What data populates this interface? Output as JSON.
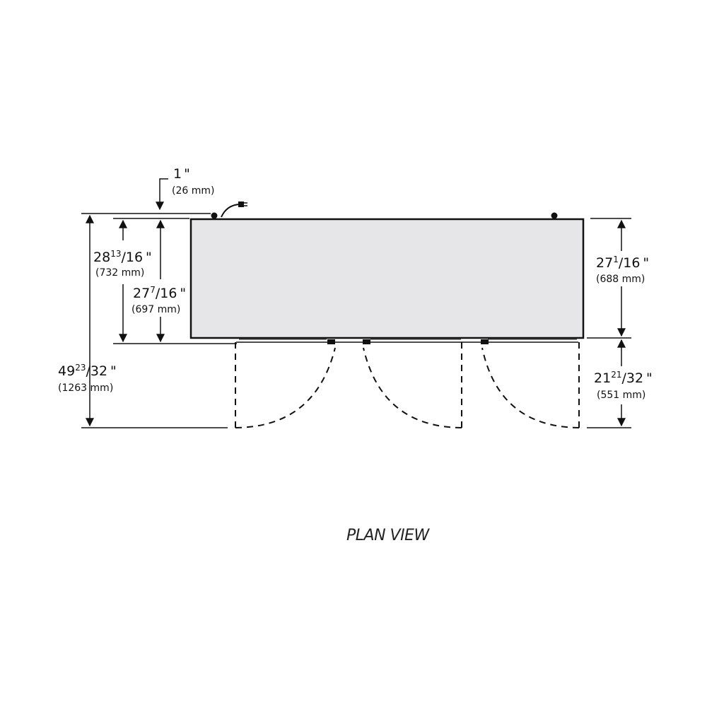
{
  "caption": "PLAN VIEW",
  "dimensions": {
    "top_offset": {
      "whole": "1",
      "fraction": "",
      "unit": "\"",
      "metric": "(26 mm)"
    },
    "overall_depth_left": {
      "whole": "28",
      "sup": "13",
      "denom": "/16",
      "unit": "\"",
      "metric": "(732 mm)"
    },
    "cabinet_depth_left": {
      "whole": "27",
      "sup": "7",
      "denom": "/16",
      "unit": "\"",
      "metric": "(697 mm)"
    },
    "total_depth_doors_open": {
      "whole": "49",
      "sup": "23",
      "denom": "/32",
      "unit": "\"",
      "metric": "(1263 mm)"
    },
    "cabinet_depth_right": {
      "whole": "27",
      "sup": "1",
      "denom": "/16",
      "unit": "\"",
      "metric": "(688 mm)"
    },
    "door_swing_depth": {
      "whole": "21",
      "sup": "21",
      "denom": "/32",
      "unit": "\"",
      "metric": "(551 mm)"
    }
  },
  "colors": {
    "cabinet_fill": "#e6e6e8",
    "line": "#111111"
  },
  "icons": [
    "power-cord-icon",
    "caster-icon",
    "hinge-icon"
  ]
}
